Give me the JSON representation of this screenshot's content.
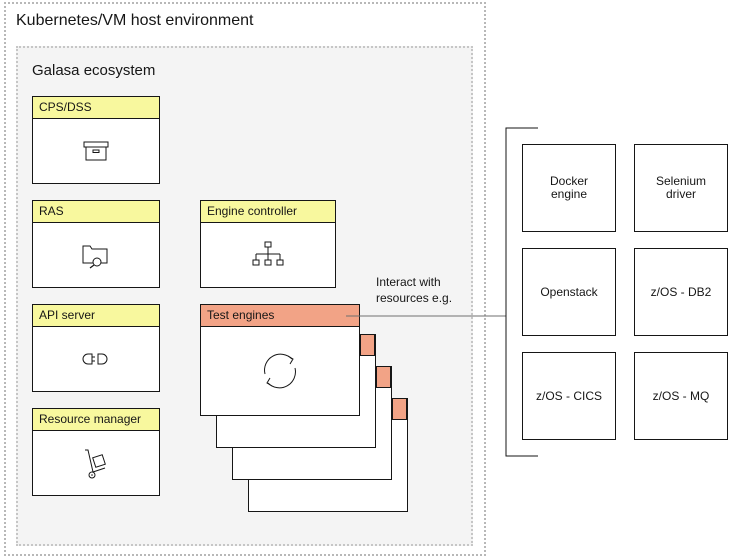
{
  "host_environment": {
    "title": "Kubernetes/VM host environment"
  },
  "ecosystem": {
    "title": "Galasa ecosystem"
  },
  "components": [
    {
      "label": "CPS/DSS",
      "icon": "archive-box-icon"
    },
    {
      "label": "RAS",
      "icon": "folder-search-icon"
    },
    {
      "label": "API server",
      "icon": "plug-icon"
    },
    {
      "label": "Resource manager",
      "icon": "hand-truck-icon"
    },
    {
      "label": "Engine controller",
      "icon": "hierarchy-icon"
    },
    {
      "label": "Test engines",
      "icon": "cycle-arrows-icon"
    }
  ],
  "connector": {
    "label": "Interact with\nresources e.g."
  },
  "resources": [
    "Docker\nengine",
    "Selenium\ndriver",
    "Openstack",
    "z/OS - DB2",
    "z/OS - CICS",
    "z/OS - MQ"
  ],
  "colors": {
    "component_header": "#f8f89e",
    "test_engine_header": "#f2a386",
    "ecosystem_bg": "#f4f4f4"
  }
}
